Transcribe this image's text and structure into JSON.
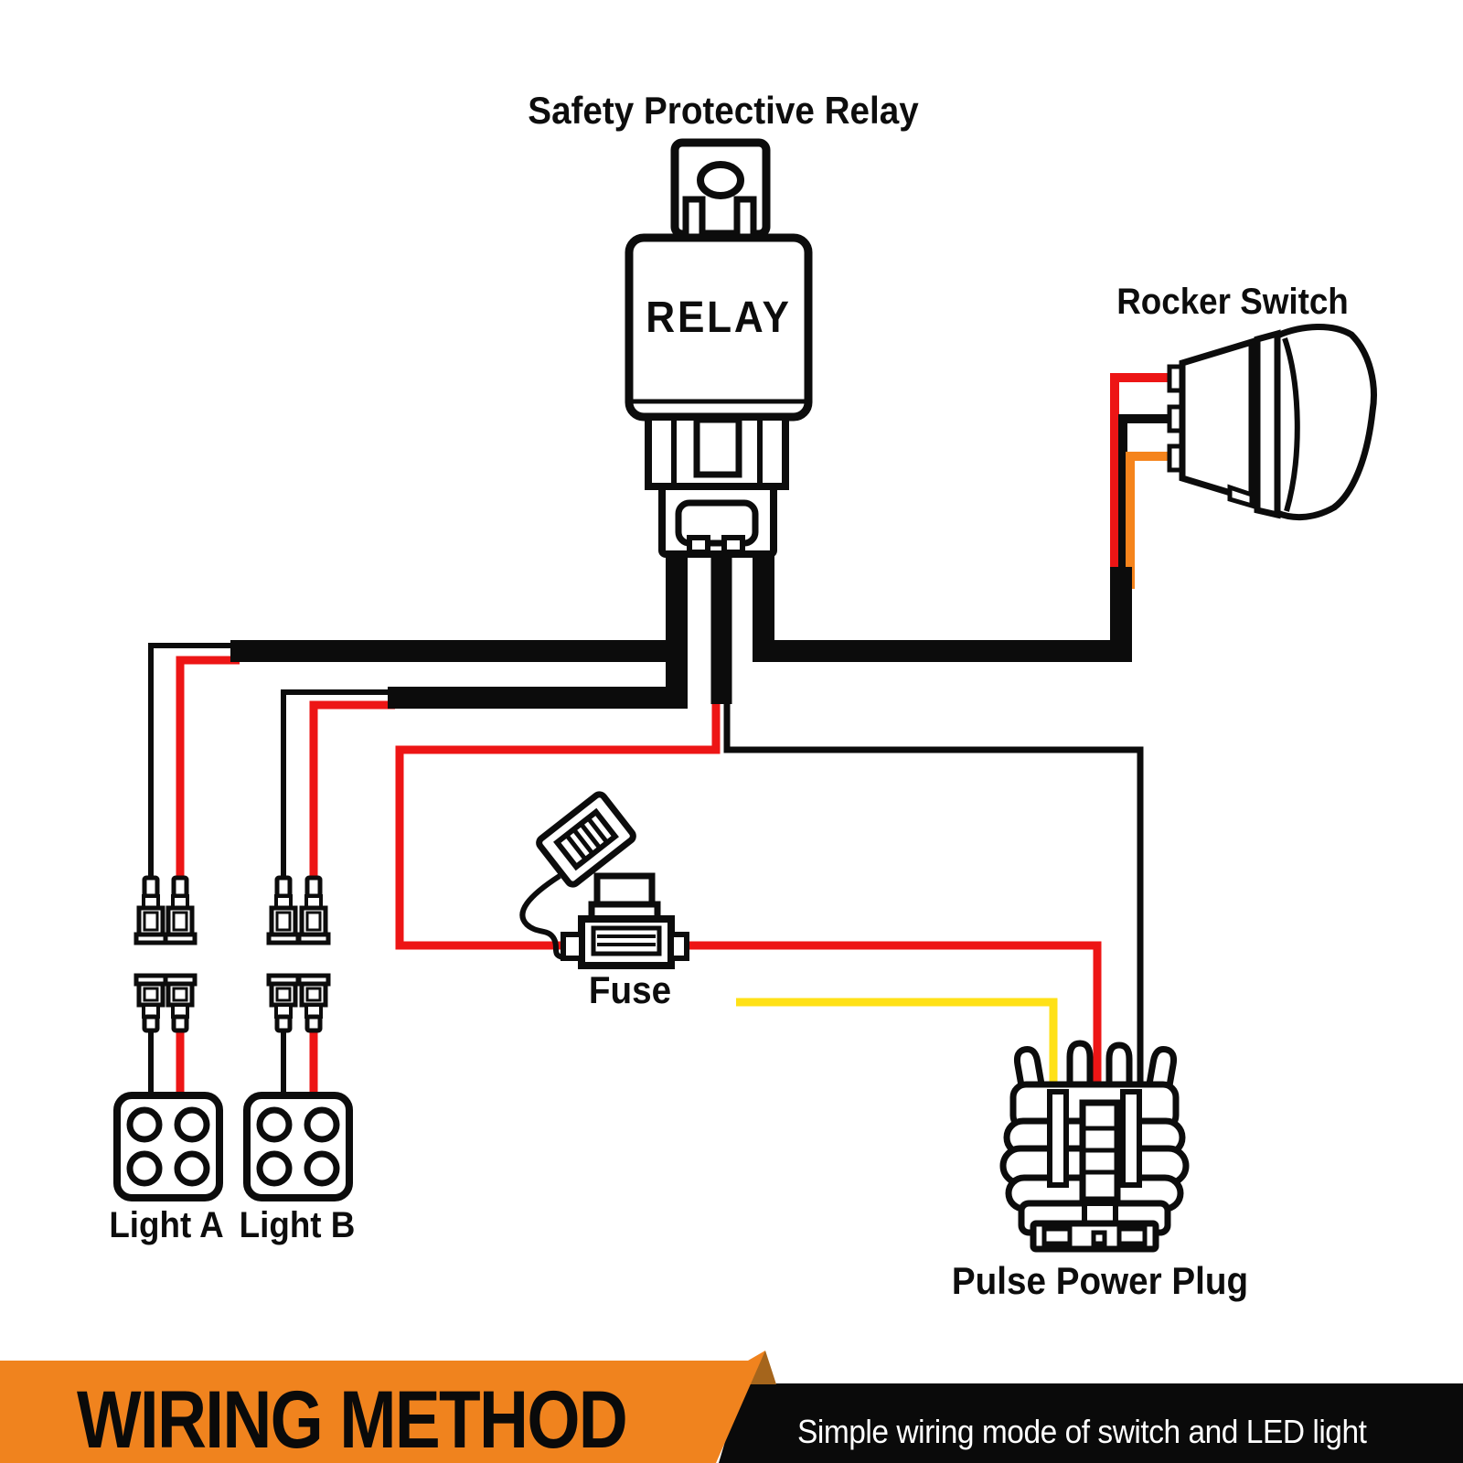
{
  "page": {
    "background": "#ffffff"
  },
  "diagram": {
    "labels": {
      "safety_relay": "Safety Protective Relay",
      "relay_box": "RELAY",
      "rocker_switch": "Rocker Switch",
      "fuse": "Fuse",
      "light_a": "Light A",
      "light_b": "Light B",
      "pulse_power_plug": "Pulse Power Plug"
    },
    "banner": {
      "title": "WIRING METHOD",
      "subtitle": "Simple wiring mode of switch and LED light"
    },
    "colors": {
      "wire_black": "#0c0c0c",
      "wire_red": "#ed1515",
      "wire_orange": "#f5841c",
      "wire_yellow": "#ffe117",
      "banner_orange": "#f0831e",
      "banner_fold": "#a5651c",
      "banner_black": "#0a0a0a",
      "label_text": "#0d0d0d",
      "subtitle_text": "#ffffff"
    },
    "components": [
      {
        "id": "relay",
        "label": "Safety Protective Relay"
      },
      {
        "id": "rocker-switch",
        "label": "Rocker Switch"
      },
      {
        "id": "fuse",
        "label": "Fuse"
      },
      {
        "id": "light-a",
        "label": "Light A"
      },
      {
        "id": "light-b",
        "label": "Light B"
      },
      {
        "id": "pulse-power-plug",
        "label": "Pulse Power Plug"
      }
    ]
  }
}
